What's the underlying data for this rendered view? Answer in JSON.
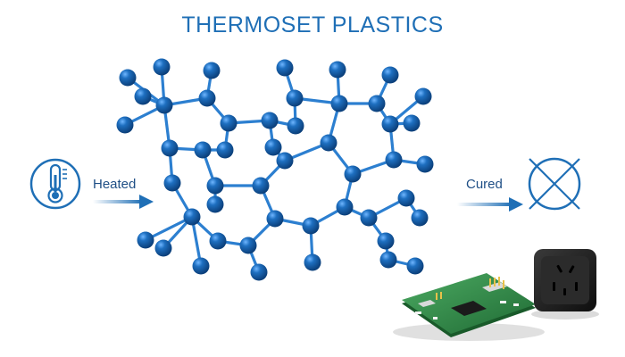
{
  "diagram": {
    "title": "THERMOSET PLASTICS",
    "process_labels": {
      "left": "Heated",
      "right": "Cured"
    },
    "icons": {
      "left": "thermometer-icon",
      "right": "crossed-circle-icon"
    },
    "colors": {
      "title": "#1f6fb6",
      "atom": "#1e6fc0",
      "atom_dark": "#0b3f7a",
      "bond": "#2c7fd0",
      "arrow": "#1f6fb6"
    }
  }
}
